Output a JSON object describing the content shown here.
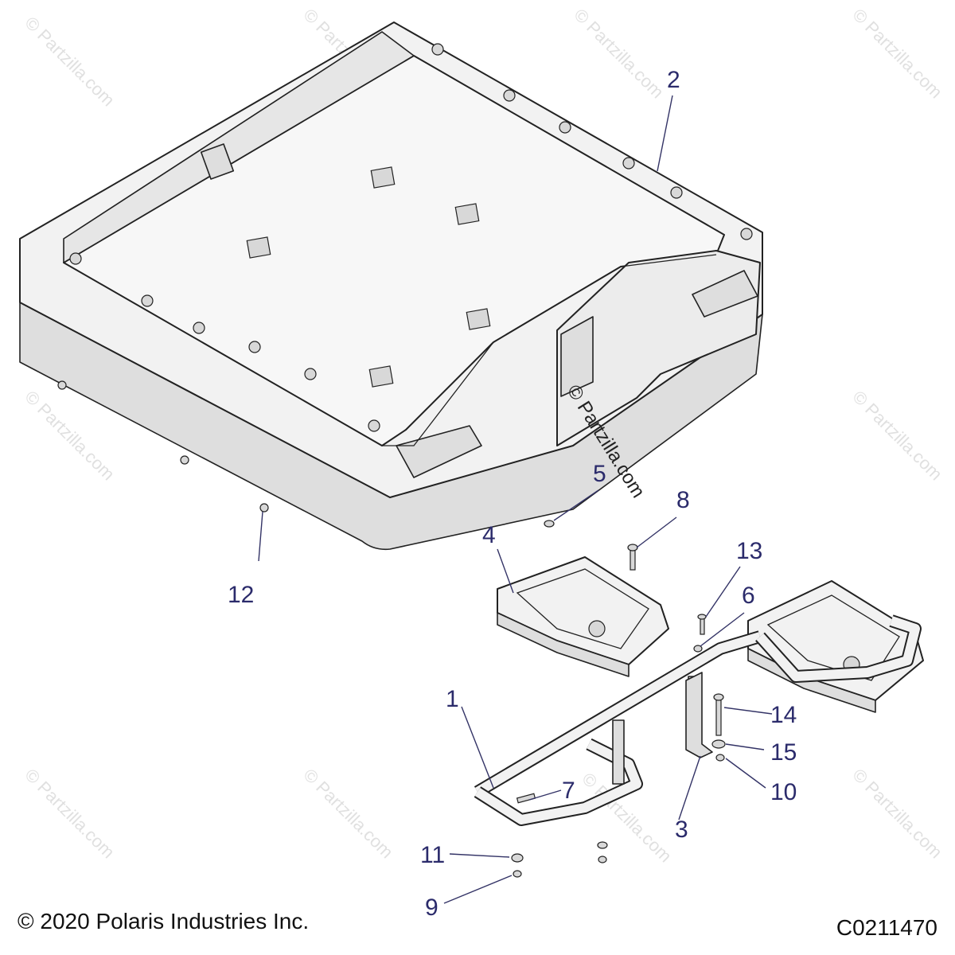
{
  "callouts": [
    {
      "id": "1",
      "label": "1"
    },
    {
      "id": "2",
      "label": "2"
    },
    {
      "id": "3",
      "label": "3"
    },
    {
      "id": "4",
      "label": "4"
    },
    {
      "id": "5",
      "label": "5"
    },
    {
      "id": "6",
      "label": "6"
    },
    {
      "id": "7",
      "label": "7"
    },
    {
      "id": "8",
      "label": "8"
    },
    {
      "id": "9",
      "label": "9"
    },
    {
      "id": "10",
      "label": "10"
    },
    {
      "id": "11",
      "label": "11"
    },
    {
      "id": "12",
      "label": "12"
    },
    {
      "id": "13",
      "label": "13"
    },
    {
      "id": "14",
      "label": "14"
    },
    {
      "id": "15",
      "label": "15"
    }
  ],
  "watermark": {
    "text": "© Partzilla.com"
  },
  "footer": {
    "copyright": "© 2020 Polaris Industries Inc.",
    "drawing_number": "C0211470"
  }
}
